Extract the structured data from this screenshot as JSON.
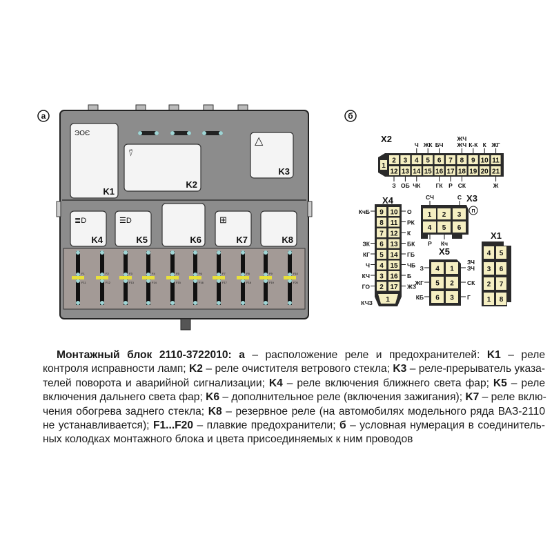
{
  "panel_a": {
    "label": "а",
    "relays": {
      "k1": "K1",
      "k2": "K2",
      "k3": "K3",
      "k4": "K4",
      "k5": "K5",
      "k6": "K6",
      "k7": "K7",
      "k8": "K8"
    },
    "fuses_top": [
      "F1",
      "F2",
      "F3",
      "F4",
      "F5",
      "F6",
      "F7",
      "F8",
      "F9",
      "F10"
    ],
    "fuses_bottom": [
      "F11",
      "F12",
      "F13",
      "F14",
      "F15",
      "F16",
      "F17",
      "F18",
      "F19",
      "F20"
    ],
    "colors": {
      "housing": "#8c8c8c",
      "relay": "#f4f4f4",
      "fuse_bar": "#e8e03a",
      "fuse_contact": "#9fd4d4"
    }
  },
  "panel_b": {
    "label": "б",
    "x2": {
      "title": "X2",
      "pin1": "1",
      "top_pins": [
        "2",
        "3",
        "4",
        "5",
        "6",
        "7",
        "8",
        "9",
        "10",
        "11"
      ],
      "bottom_pins": [
        "12",
        "13",
        "14",
        "15",
        "16",
        "17",
        "18",
        "19",
        "20",
        "21"
      ],
      "top_labels": [
        "",
        "",
        "Ч",
        "ЖК",
        "БЧ",
        "",
        "ЖЧ",
        "К-К",
        "К",
        "ЖГ"
      ],
      "top_labels_extra": [
        "",
        "",
        "",
        "",
        "",
        "",
        "ЖЧ",
        "",
        "",
        ""
      ],
      "bottom_labels": [
        "З",
        "ОБ",
        "ЧК",
        "",
        "ГК",
        "Р",
        "СК",
        "",
        "",
        "Ж"
      ]
    },
    "x4": {
      "title": "X4",
      "left_pins": [
        "9",
        "8",
        "7",
        "6",
        "5",
        "4",
        "3",
        "2"
      ],
      "right_pins": [
        "10",
        "11",
        "12",
        "13",
        "14",
        "15",
        "16",
        "17"
      ],
      "left_labels": [
        "КчБ",
        "",
        "",
        "ЗК",
        "КГ",
        "Ч",
        "КЧ",
        "ГО"
      ],
      "right_labels": [
        "О",
        "РК",
        "К",
        "БК",
        "ГБ",
        "ЧБ",
        "Б",
        "ЖЗ"
      ],
      "pin1": "1",
      "pin1_label": "КЧЗ"
    },
    "x3": {
      "title": "X3",
      "badge": "П",
      "pins": [
        "1",
        "2",
        "3",
        "4",
        "5",
        "6"
      ],
      "top_labels": [
        "СЧ",
        "",
        "С"
      ],
      "bottom_labels": [
        "Р",
        "Кч",
        ""
      ]
    },
    "x5": {
      "title": "X5",
      "left_pins": [
        "4",
        "5",
        "6"
      ],
      "right_pins": [
        "1",
        "2",
        "3"
      ],
      "left_labels": [
        "З",
        "ЖГ",
        "КБ"
      ],
      "right_labels": [
        "ЗЧ",
        "СК",
        "Г"
      ],
      "right_label_extra": "ЗЧ"
    },
    "x1": {
      "title": "X1",
      "left_pins": [
        "4",
        "3",
        "2",
        "1"
      ],
      "right_pins": [
        "5",
        "6",
        "7",
        "8"
      ]
    },
    "colors": {
      "pin": "#f5efc2",
      "body": "#2a2a2a"
    }
  },
  "caption": {
    "lines": [
      [
        {
          "t": "Монтажный блок 2110-3722010:",
          "b": true
        },
        {
          "t": " а",
          "b": true
        },
        {
          "t": " – расположение реле и предохранителей: ",
          "b": false
        },
        {
          "t": "K1",
          "b": true
        },
        {
          "t": " – реле",
          "b": false
        }
      ],
      [
        {
          "t": "контроля исправности ламп; ",
          "b": false
        },
        {
          "t": "K2",
          "b": true
        },
        {
          "t": " – реле очистителя ветрового стекла; ",
          "b": false
        },
        {
          "t": "K3",
          "b": true
        },
        {
          "t": " – реле-прерыватель указа-",
          "b": false
        }
      ],
      [
        {
          "t": "телей поворота и аварийной сигнализации; ",
          "b": false
        },
        {
          "t": "K4",
          "b": true
        },
        {
          "t": " – реле включения ближнего света фар; ",
          "b": false
        },
        {
          "t": "K5",
          "b": true
        },
        {
          "t": " – реле",
          "b": false
        }
      ],
      [
        {
          "t": "включения дальнего света фар; ",
          "b": false
        },
        {
          "t": "K6",
          "b": true
        },
        {
          "t": " – дополнительное реле (включения зажигания); ",
          "b": false
        },
        {
          "t": "K7",
          "b": true
        },
        {
          "t": " – реле вклю-",
          "b": false
        }
      ],
      [
        {
          "t": "чения обогрева заднего стекла; ",
          "b": false
        },
        {
          "t": "K8",
          "b": true
        },
        {
          "t": " – резервное реле (на автомобилях модельного ряда ВАЗ-2110",
          "b": false
        }
      ],
      [
        {
          "t": "не устанавливается); ",
          "b": false
        },
        {
          "t": "F1...F20",
          "b": true
        },
        {
          "t": " – плавкие предохранители; ",
          "b": false
        },
        {
          "t": "б",
          "b": true
        },
        {
          "t": " – условная нумерация в соединитель-",
          "b": false
        }
      ],
      [
        {
          "t": "ных колодках монтажного блока и цвета присоединяемых к ним проводов",
          "b": false
        }
      ]
    ]
  }
}
